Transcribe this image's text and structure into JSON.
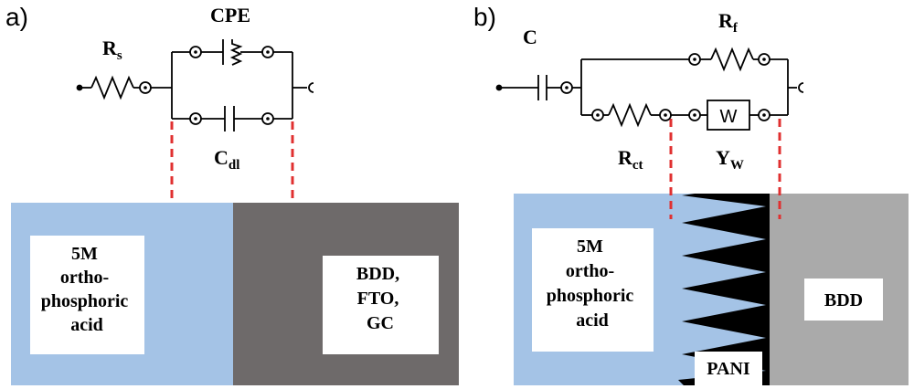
{
  "panel_a": {
    "label": "a)",
    "electrolyte_label": [
      "5M",
      "ortho-",
      "phosphoric",
      "acid"
    ],
    "electrode_label": [
      "BDD,",
      "FTO,",
      "GC"
    ],
    "rs": {
      "main": "R",
      "sub": "s"
    },
    "cpe": "CPE",
    "cdl": {
      "main": "C",
      "sub": "dl"
    }
  },
  "panel_b": {
    "label": "b)",
    "electrolyte_label": [
      "5M",
      "ortho-",
      "phosphoric",
      "acid"
    ],
    "electrode_label": "BDD",
    "film_label": "PANI",
    "c": "C",
    "rf": {
      "main": "R",
      "sub": "f"
    },
    "rct": {
      "main": "R",
      "sub": "ct"
    },
    "yw": {
      "main": "Y",
      "sub": "W"
    },
    "warburg": "W"
  },
  "colors": {
    "electrolyte": "#a4c3e6",
    "electrode_a": "#6e6a6a",
    "electrode_b": "#aaaaaa",
    "pani": "#000000",
    "guide": "#e03030"
  }
}
